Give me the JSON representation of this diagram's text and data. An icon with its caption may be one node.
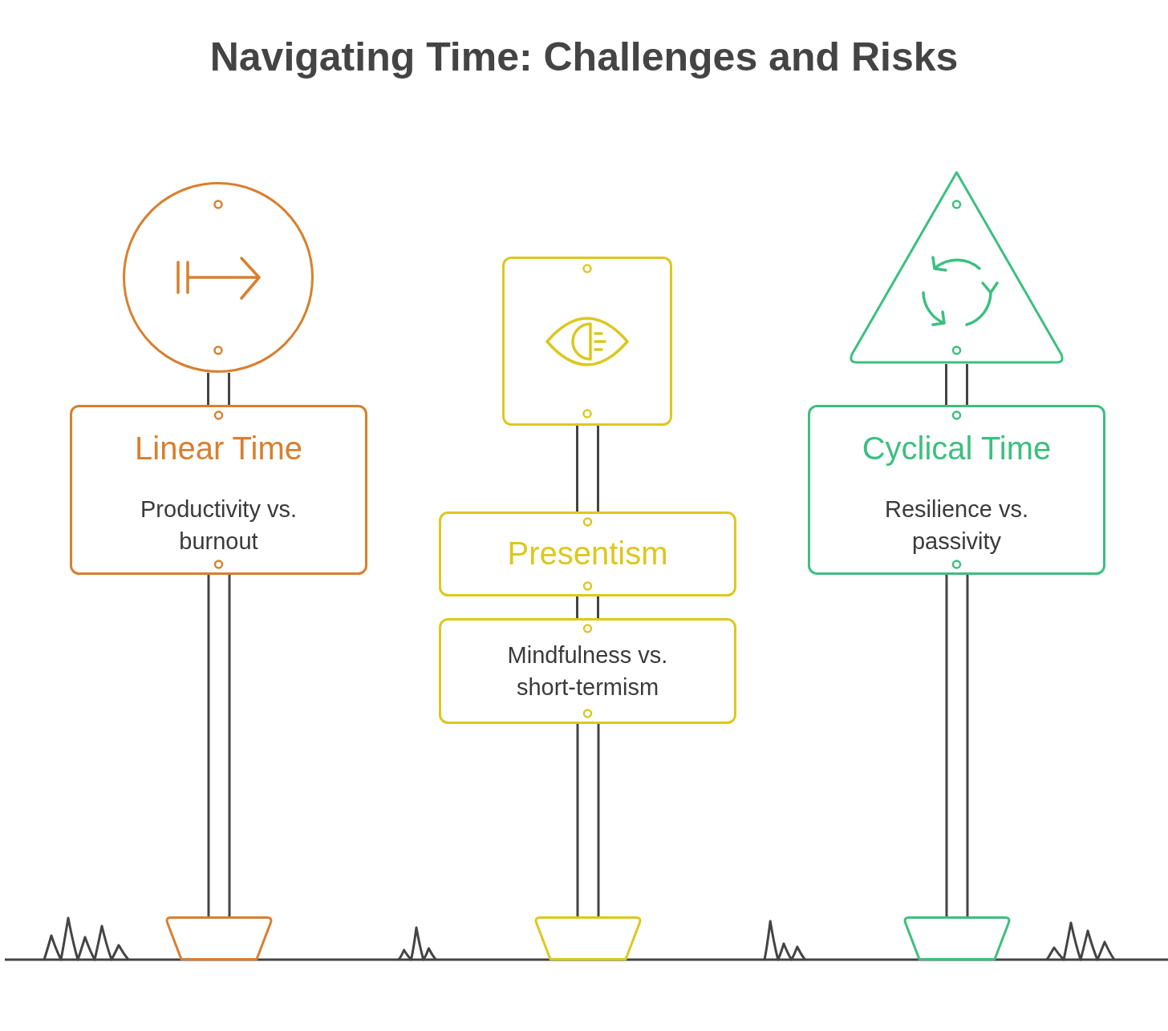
{
  "diagram": {
    "title": "Navigating Time: Challenges and Risks",
    "nodes": [
      {
        "text": [],
        "shape": "circle"
      },
      {
        "text": [
          "Linear Time",
          "Productivity vs. burnout"
        ]
      },
      {
        "text": [],
        "shape": "box"
      },
      {
        "text": [
          "Presentism"
        ]
      },
      {
        "text": [
          "Mindfulness vs. short-termism"
        ]
      },
      {
        "text": [],
        "shape": "triangle"
      },
      {
        "text": [
          "Cyclical Time",
          "Resilience vs. passivity"
        ]
      },
      {
        "text": [],
        "shape": "trapezoid"
      },
      {
        "text": [],
        "shape": "trapezoid"
      },
      {
        "text": [],
        "shape": "trapezoid"
      }
    ],
    "edges": [
      {
        "from": 0,
        "to": 1,
        "arrow": "none"
      },
      {
        "from": 2,
        "to": 3,
        "arrow": "none"
      },
      {
        "from": 3,
        "to": 4,
        "arrow": "none"
      },
      {
        "from": 5,
        "to": 6,
        "arrow": "none"
      },
      {
        "from": 1,
        "to": 7,
        "arrow": "none"
      },
      {
        "from": 4,
        "to": 8,
        "arrow": "none"
      },
      {
        "from": 6,
        "to": 9,
        "arrow": "none"
      }
    ]
  }
}
